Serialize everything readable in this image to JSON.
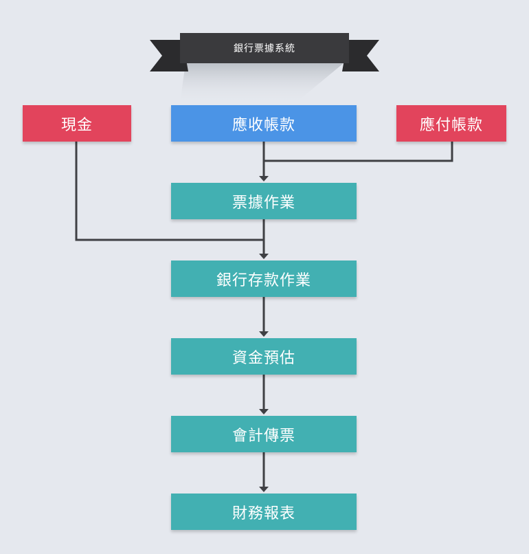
{
  "title": "銀行票據系統",
  "colors": {
    "background": "#e5e8ee",
    "ribbon": "#3a3a3d",
    "ribbon_tail": "#2a2a2c",
    "source": "#e2445c",
    "receivable": "#4b94e6",
    "process": "#42b0b2",
    "connector": "#3f4044"
  },
  "nodes": {
    "cash": "現金",
    "accounts_receivable": "應收帳款",
    "accounts_payable": "應付帳款",
    "note_operations": "票據作業",
    "bank_deposit": "銀行存款作業",
    "fund_forecast": "資金預估",
    "accounting_voucher": "會計傳票",
    "financial_report": "財務報表"
  }
}
